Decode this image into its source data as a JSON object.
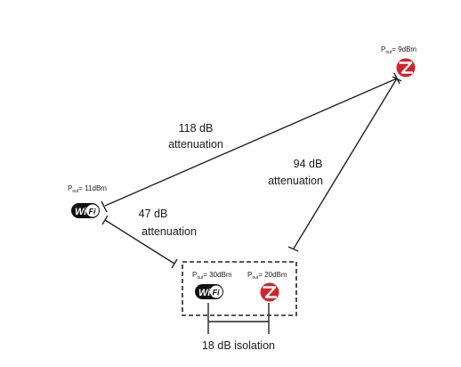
{
  "nodes": {
    "wifi_ap": {
      "pout_prefix": "P",
      "pout_sub": "out",
      "pout_value": "= 11dBm",
      "logo_text": "Wi",
      "logo_text2": "Fi"
    },
    "zigbee_remote": {
      "pout_prefix": "P",
      "pout_sub": "out",
      "pout_value": "= 9dBm",
      "logo_text": "Z"
    },
    "colocated": {
      "wifi": {
        "pout_prefix": "P",
        "pout_sub": "out",
        "pout_value": "= 30dBm",
        "logo_text": "Wi",
        "logo_text2": "Fi"
      },
      "zigbee": {
        "pout_prefix": "P",
        "pout_sub": "out",
        "pout_value": "= 20dBm",
        "logo_text": "Z"
      }
    }
  },
  "links": {
    "wifi_to_remote_zigbee": {
      "value": "118 dB",
      "label": "attenuation"
    },
    "remote_zigbee_to_device": {
      "value": "94 dB",
      "label": "attenuation"
    },
    "wifi_to_device": {
      "value": "47 dB",
      "label": "attenuation"
    }
  },
  "isolation": {
    "label": "18 dB isolation"
  },
  "colors": {
    "zigbee_red": "#d3232a",
    "wifi_black": "#111111",
    "line": "#222222"
  }
}
